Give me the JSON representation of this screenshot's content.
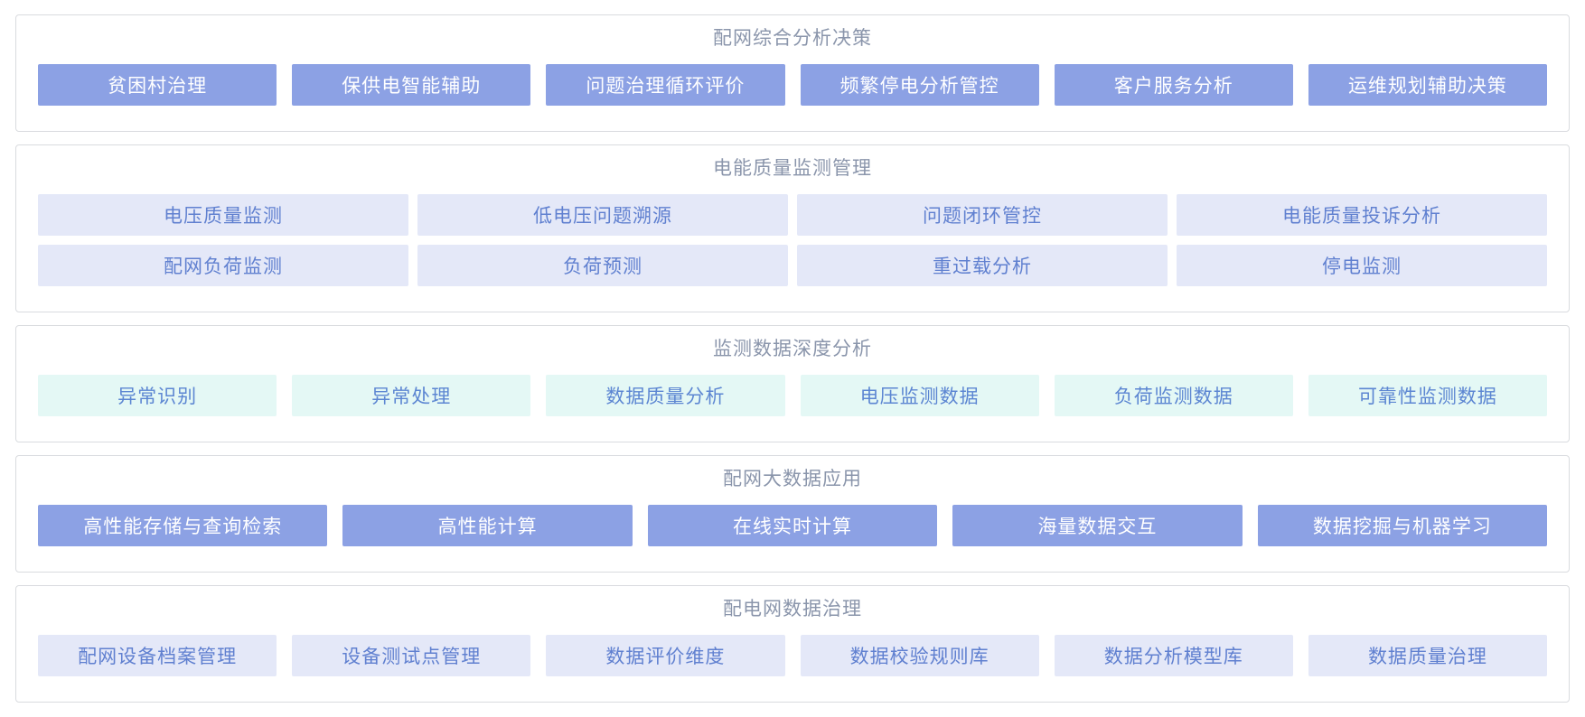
{
  "theme": {
    "solid_button_bg": "#8ca1e4",
    "solid_button_text": "#ffffff",
    "lavender_button_bg": "#e4e8f8",
    "lavender_button_text": "#6080d0",
    "mint_button_bg": "#e4f8f5",
    "mint_button_text": "#5c86d2",
    "section_title_color": "#8a95ab",
    "panel_border_color": "#d9dbdf"
  },
  "sections": [
    {
      "title": "配网综合分析决策",
      "variant": "solid",
      "rows": [
        {
          "buttons": [
            "贫困村治理",
            "保供电智能辅助",
            "问题治理循环评价",
            "频繁停电分析管控",
            "客户服务分析",
            "运维规划辅助决策"
          ]
        }
      ]
    },
    {
      "title": "电能质量监测管理",
      "variant": "lavender",
      "rows": [
        {
          "buttons": [
            "电压质量监测",
            "低电压问题溯源",
            "问题闭环管控",
            "电能质量投诉分析"
          ]
        },
        {
          "buttons": [
            "配网负荷监测",
            "负荷预测",
            "重过载分析",
            "停电监测"
          ]
        }
      ]
    },
    {
      "title": "监测数据深度分析",
      "variant": "mint",
      "rows": [
        {
          "buttons": [
            "异常识别",
            "异常处理",
            "数据质量分析",
            "电压监测数据",
            "负荷监测数据",
            "可靠性监测数据"
          ]
        }
      ]
    },
    {
      "title": "配网大数据应用",
      "variant": "solid",
      "rows": [
        {
          "buttons": [
            "高性能存储与查询检索",
            "高性能计算",
            "在线实时计算",
            "海量数据交互",
            "数据挖掘与机器学习"
          ]
        }
      ]
    },
    {
      "title": "配电网数据治理",
      "variant": "lavender",
      "rows": [
        {
          "buttons": [
            "配网设备档案管理",
            "设备测试点管理",
            "数据评价维度",
            "数据校验规则库",
            "数据分析模型库",
            "数据质量治理"
          ]
        }
      ]
    }
  ]
}
